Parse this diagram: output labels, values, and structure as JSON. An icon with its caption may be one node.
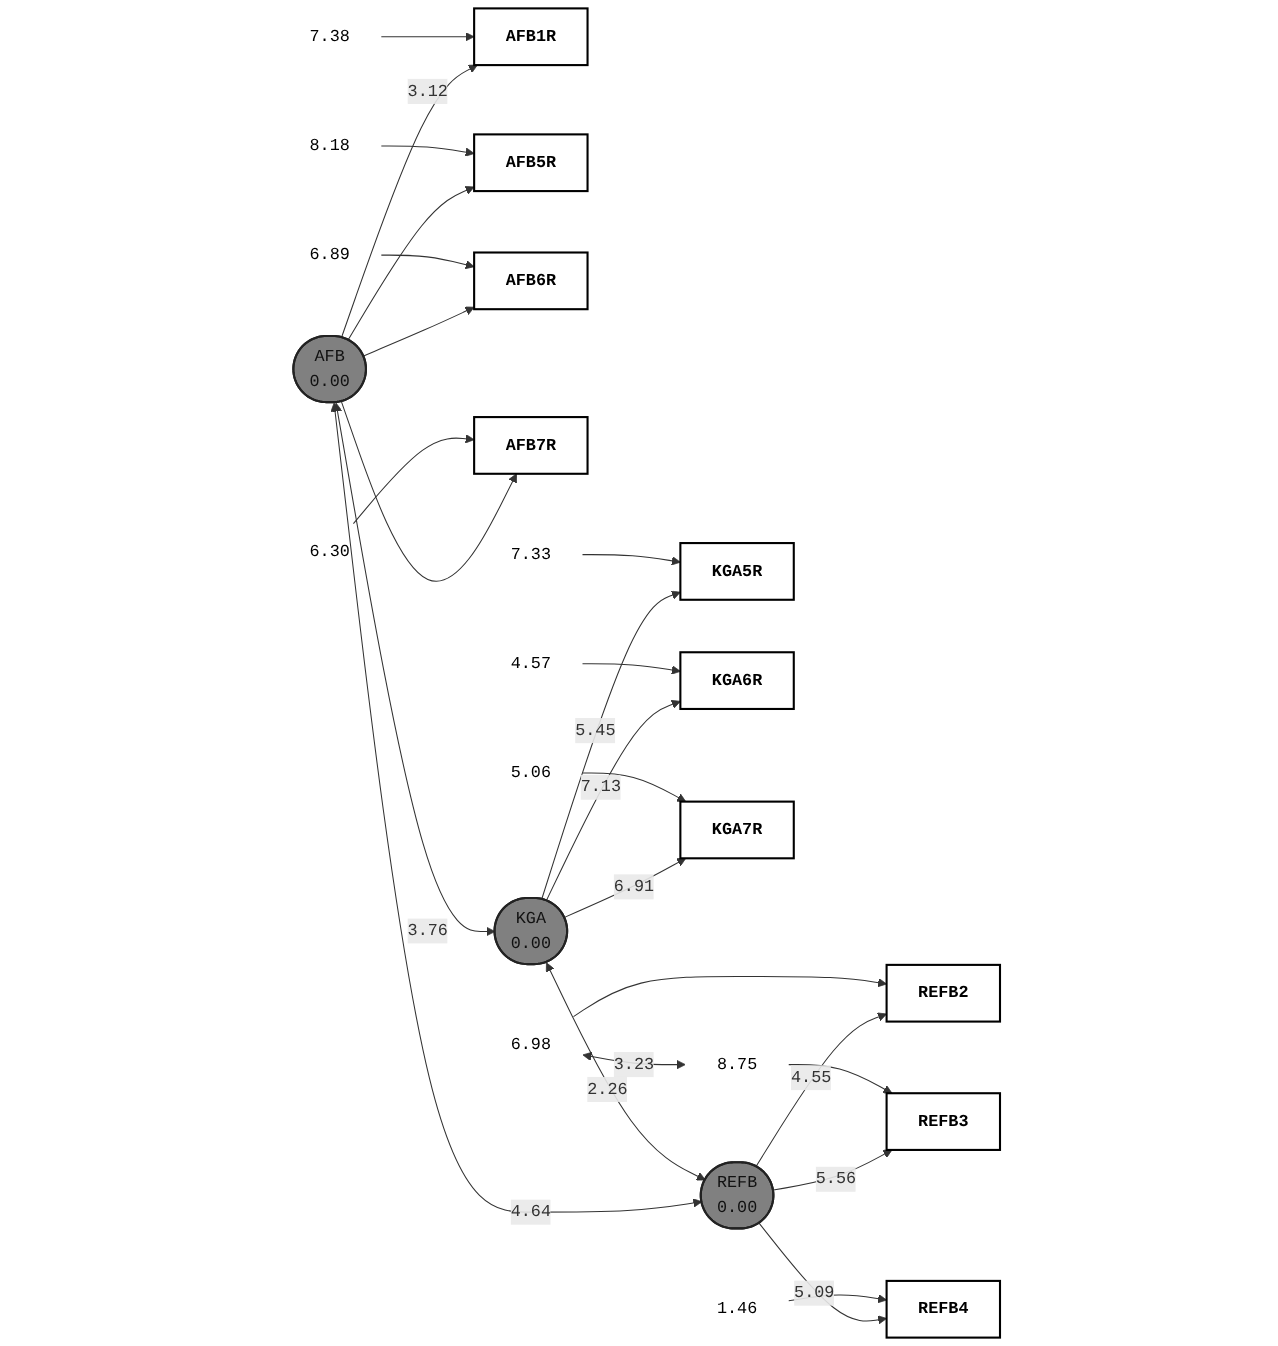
{
  "diagram": {
    "nodes": [
      {
        "text": [
          "KGA5R"
        ]
      },
      {
        "text": [
          "KGA6R"
        ]
      },
      {
        "text": [
          "KGA7R"
        ]
      },
      {
        "text": [
          "REFB2"
        ]
      },
      {
        "text": [
          "REFB3"
        ]
      },
      {
        "text": [
          "REFB4"
        ]
      },
      {
        "text": [
          "AFB1R"
        ]
      },
      {
        "text": [
          "AFB5R"
        ]
      },
      {
        "text": [
          "AFB6R"
        ]
      },
      {
        "text": [
          "AFB7R"
        ]
      },
      {
        "text": [
          "AFB",
          "0.00"
        ]
      },
      {
        "text": [
          "KGA",
          "0.00"
        ]
      },
      {
        "text": [
          "REFB",
          "0.00"
        ]
      },
      {
        "text": [
          "7.33"
        ]
      },
      {
        "text": [
          "4.57"
        ]
      },
      {
        "text": [
          "5.06"
        ]
      },
      {
        "text": [
          "6.98"
        ]
      },
      {
        "text": [
          "8.75"
        ]
      },
      {
        "text": [
          "1.46"
        ]
      },
      {
        "text": [
          "7.38"
        ]
      },
      {
        "text": [
          "8.18"
        ]
      },
      {
        "text": [
          "6.89"
        ]
      },
      {
        "text": [
          "6.30"
        ]
      }
    ],
    "edges": [
      {
        "from": 13,
        "to": 0,
        "arrow": "to"
      },
      {
        "from": 14,
        "to": 1,
        "arrow": "to"
      },
      {
        "from": 15,
        "to": 2,
        "arrow": "to"
      },
      {
        "from": 16,
        "to": 3,
        "arrow": "to"
      },
      {
        "from": 17,
        "to": 4,
        "arrow": "to"
      },
      {
        "from": 18,
        "to": 5,
        "arrow": "to"
      },
      {
        "from": 19,
        "to": 6,
        "arrow": "to"
      },
      {
        "from": 20,
        "to": 7,
        "arrow": "to"
      },
      {
        "from": 21,
        "to": 8,
        "arrow": "to"
      },
      {
        "from": 22,
        "to": 9,
        "arrow": "to"
      },
      {
        "from": 16,
        "to": 17,
        "label": "3.23",
        "arrow": "both"
      },
      {
        "from": 11,
        "to": 0,
        "label": "5.45",
        "arrow": "to"
      },
      {
        "from": 11,
        "to": 1,
        "label": "7.13",
        "arrow": "to"
      },
      {
        "from": 11,
        "to": 2,
        "label": "6.91",
        "arrow": "to"
      },
      {
        "from": 12,
        "to": 3,
        "label": "4.55",
        "arrow": "to"
      },
      {
        "from": 12,
        "to": 4,
        "label": "5.56",
        "arrow": "to"
      },
      {
        "from": 12,
        "to": 5,
        "label": "5.09",
        "arrow": "to"
      },
      {
        "from": 10,
        "to": 6,
        "label": "3.12",
        "arrow": "to"
      },
      {
        "from": 10,
        "to": 7,
        "arrow": "to"
      },
      {
        "from": 10,
        "to": 8,
        "arrow": "to"
      },
      {
        "from": 10,
        "to": 9,
        "arrow": "to"
      },
      {
        "from": 10,
        "to": 11,
        "label": "3.76",
        "arrow": "both"
      },
      {
        "from": 11,
        "to": 12,
        "label": "2.26",
        "arrow": "both"
      },
      {
        "from": 10,
        "to": 12,
        "label": "4.64",
        "arrow": "both"
      }
    ]
  }
}
